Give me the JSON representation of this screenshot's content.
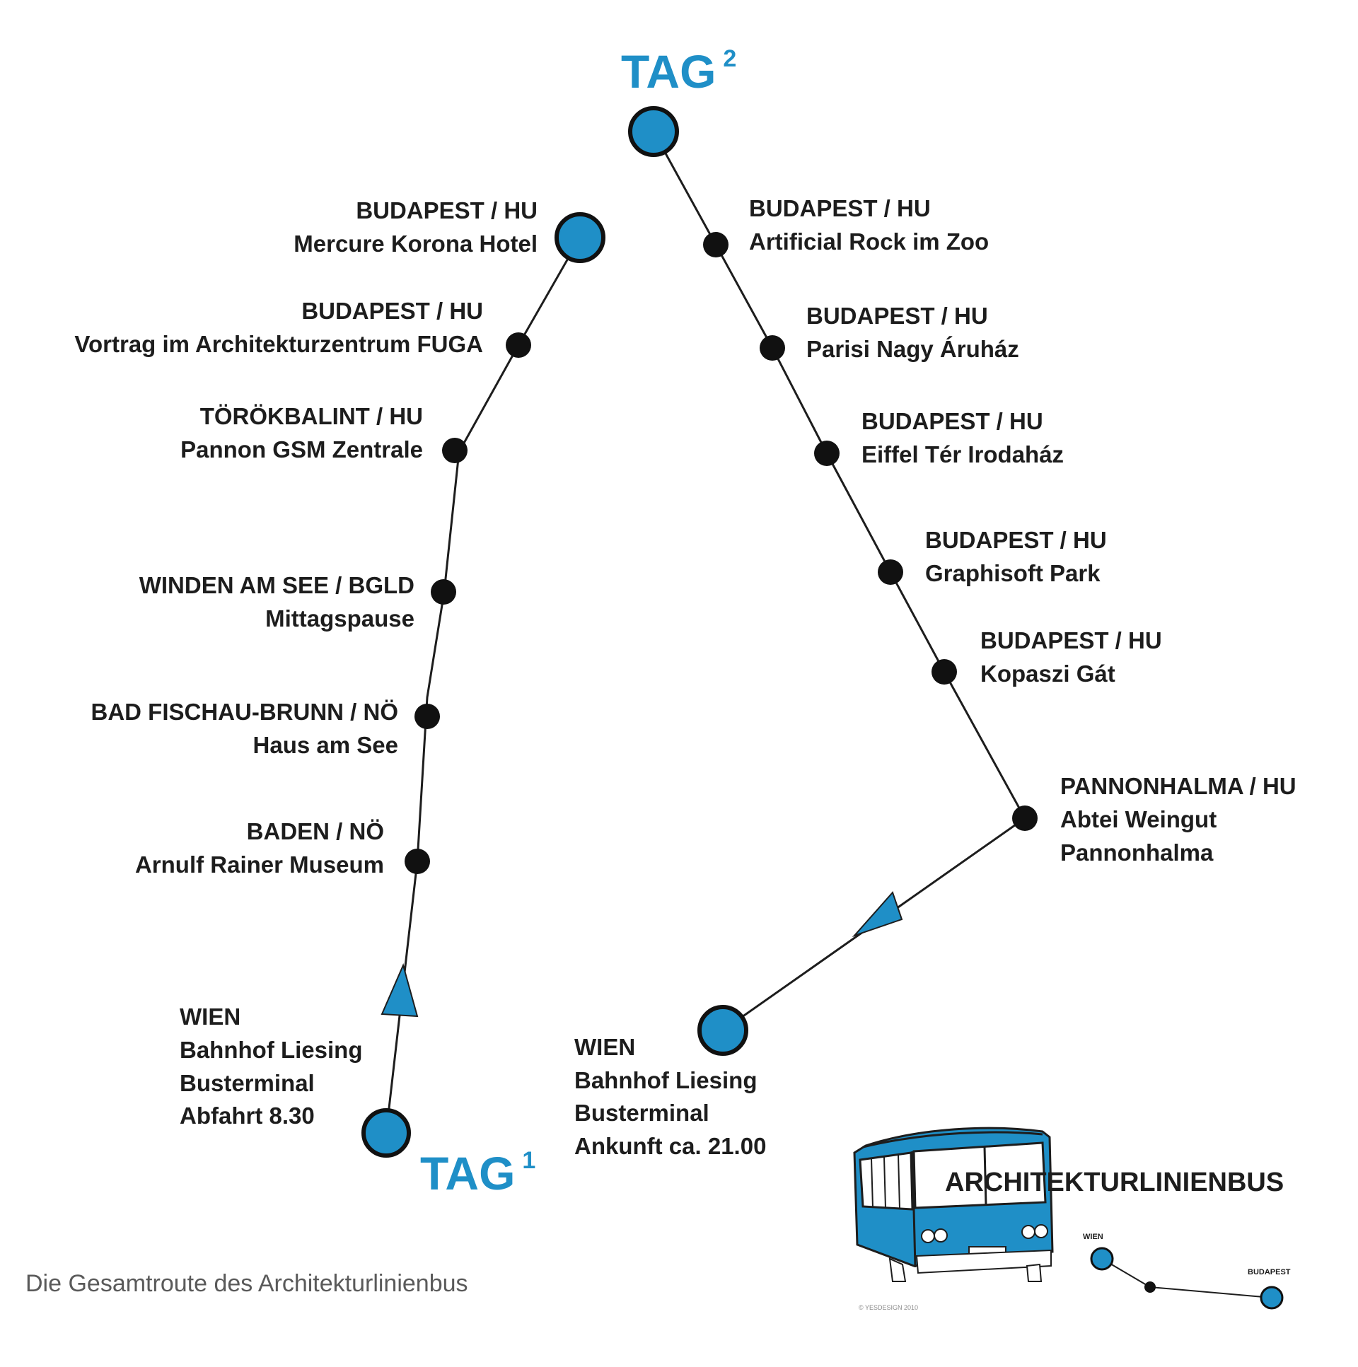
{
  "colors": {
    "accent": "#1f8fc7",
    "line": "#1d1d1d",
    "dot": "#111111",
    "caption": "#5a5a5a"
  },
  "tag1": {
    "word": "TAG",
    "num": "1"
  },
  "tag2": {
    "word": "TAG",
    "num": "2"
  },
  "stops": {
    "wien_start": [
      "WIEN",
      "Bahnhof Liesing",
      "Busterminal",
      "Abfahrt 8.30"
    ],
    "baden": [
      "BADEN / NÖ",
      "Arnulf Rainer Museum"
    ],
    "bad_fischau": [
      "BAD FISCHAU-BRUNN / NÖ",
      "Haus am See"
    ],
    "winden": [
      "WINDEN AM SEE / BGLD",
      "Mittagspause"
    ],
    "torokbalint": [
      "TÖRÖKBALINT / HU",
      "Pannon GSM Zentrale"
    ],
    "fuga": [
      "BUDAPEST / HU",
      "Vortrag im Architekturzentrum FUGA"
    ],
    "hotel": [
      "BUDAPEST  / HU",
      "Mercure Korona Hotel"
    ],
    "zoo": [
      "BUDAPEST / HU",
      "Artificial Rock im Zoo"
    ],
    "parisi": [
      "BUDAPEST / HU",
      "Parisi Nagy Áruház"
    ],
    "eiffel": [
      "BUDAPEST / HU",
      "Eiffel Tér Irodaház"
    ],
    "graphisoft": [
      "BUDAPEST / HU",
      "Graphisoft Park"
    ],
    "kopaszi": [
      "BUDAPEST / HU",
      "Kopaszi Gát"
    ],
    "pannonhalma": [
      "PANNONHALMA / HU",
      "Abtei Weingut",
      "Pannonhalma"
    ],
    "wien_end": [
      "WIEN",
      "Bahnhof Liesing",
      "Busterminal",
      "Ankunft ca. 21.00"
    ]
  },
  "caption": "Die Gesamtroute des Architekturlinienbus",
  "bus": {
    "title": "ARCHITEKTURLINIENBUS",
    "mini_wien": "WIEN",
    "mini_budapest": "BUDAPEST",
    "copyright": "© YESDESIGN 2010"
  }
}
